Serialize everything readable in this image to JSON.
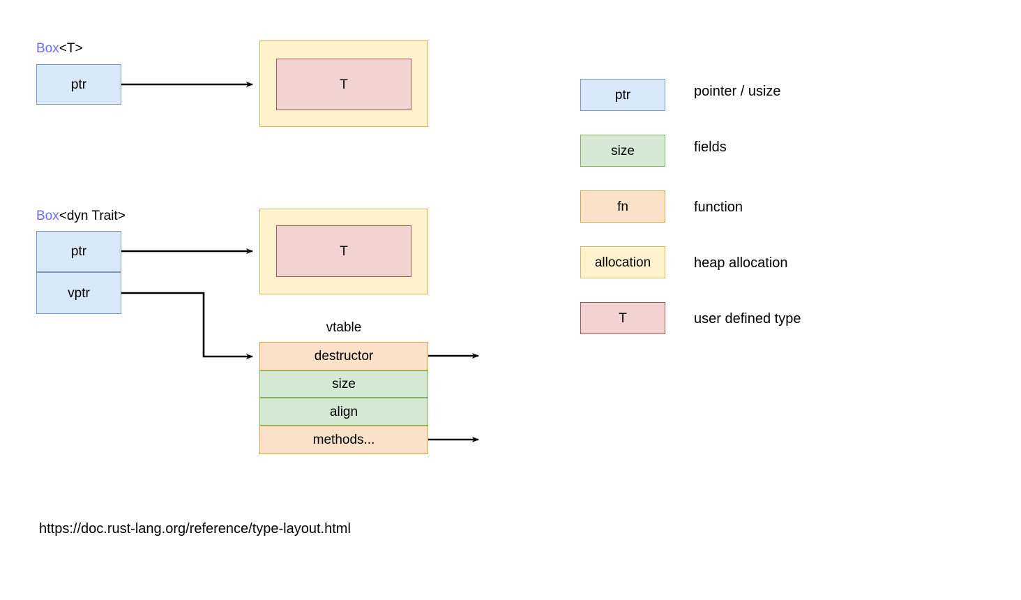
{
  "diagram": {
    "title_url": "https://doc.rust-lang.org/reference/type-layout.html",
    "colors": {
      "pointer_fill": "#dae8fc",
      "pointer_stroke": "#7a99b8",
      "field_fill": "#d5e8d4",
      "field_stroke": "#82b366",
      "fn_fill": "#fbe0ca",
      "fn_stroke": "#d6a33c",
      "allocation_fill": "#fff2cc",
      "allocation_stroke": "#d6b656",
      "type_fill": "#f3d2d2",
      "type_stroke": "#a85454",
      "keyword_text": "#6c6cf0",
      "line": "#000000"
    },
    "box_t": {
      "label_keyword": "Box",
      "label_generic": "<T>",
      "slots": [
        {
          "name": "ptr",
          "label": "ptr",
          "kind": "pointer"
        }
      ],
      "allocation": {
        "label": "",
        "kind": "allocation",
        "inner": {
          "label": "T",
          "kind": "type"
        }
      }
    },
    "box_dyn_trait": {
      "label_keyword": "Box",
      "label_generic": "<dyn Trait>",
      "slots": [
        {
          "name": "ptr",
          "label": "ptr",
          "kind": "pointer"
        },
        {
          "name": "vptr",
          "label": "vptr",
          "kind": "pointer"
        }
      ],
      "allocation": {
        "label": "",
        "kind": "allocation",
        "inner": {
          "label": "T",
          "kind": "type"
        }
      }
    },
    "vtable": {
      "caption": "vtable",
      "rows": [
        {
          "name": "destructor",
          "label": "destructor",
          "kind": "fn",
          "has_pointer_dot": true
        },
        {
          "name": "size",
          "label": "size",
          "kind": "field",
          "has_pointer_dot": false
        },
        {
          "name": "align",
          "label": "align",
          "kind": "field",
          "has_pointer_dot": false
        },
        {
          "name": "methods",
          "label": "methods...",
          "kind": "fn",
          "has_pointer_dot": true
        }
      ]
    },
    "legend": {
      "items": [
        {
          "swatch_label": "ptr",
          "kind": "pointer",
          "description": "pointer / usize"
        },
        {
          "swatch_label": "size",
          "kind": "field",
          "description": "fields"
        },
        {
          "swatch_label": "fn",
          "kind": "fn",
          "description": "function"
        },
        {
          "swatch_label": "allocation",
          "kind": "allocation",
          "description": "heap allocation"
        },
        {
          "swatch_label": "T",
          "kind": "type",
          "description": "user defined type"
        }
      ]
    }
  }
}
